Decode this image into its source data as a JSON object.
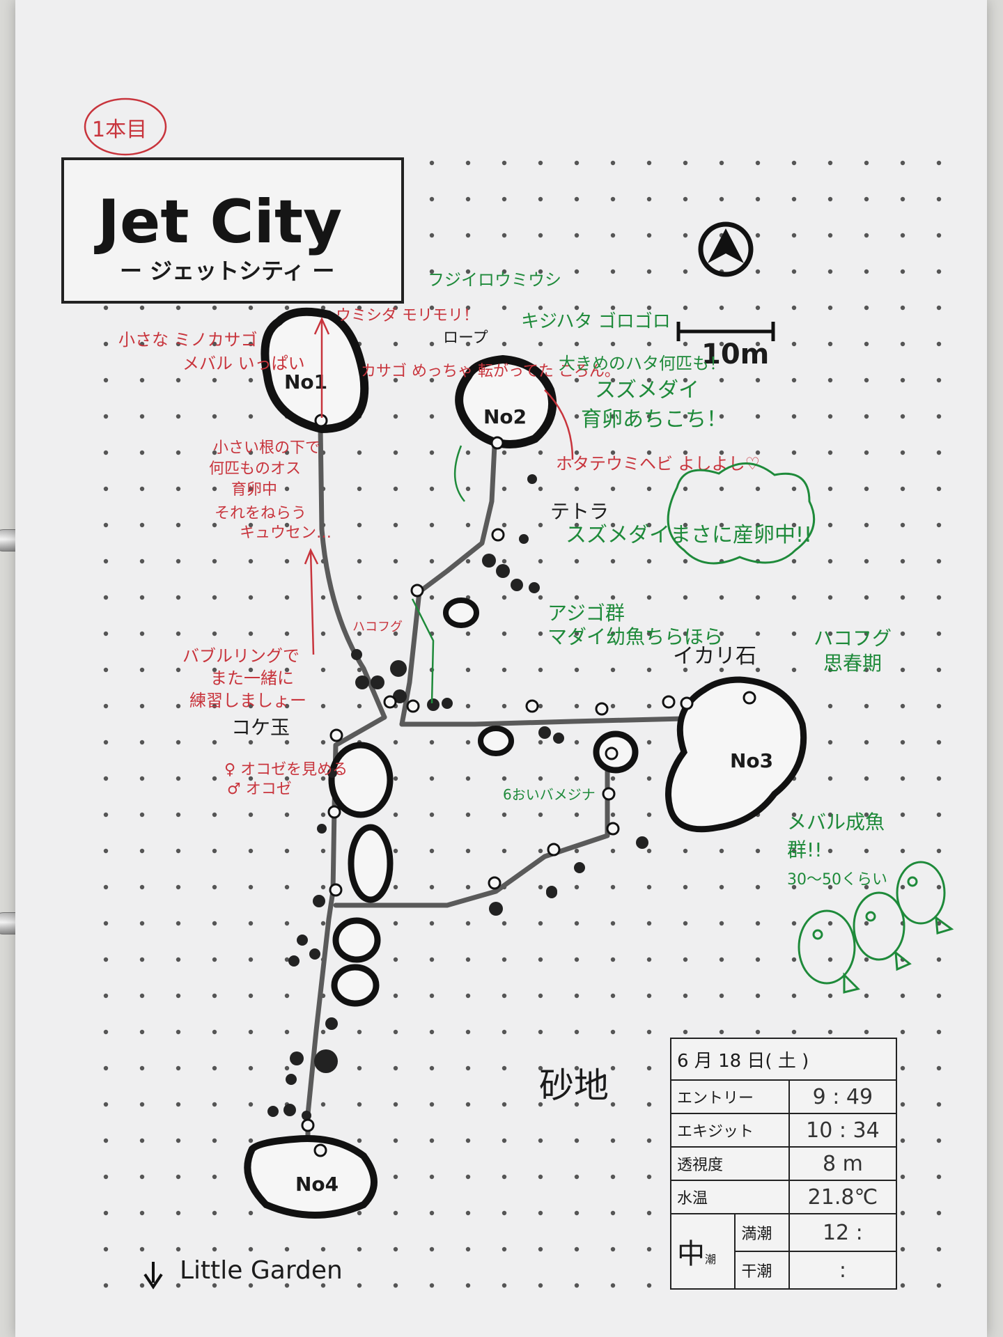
{
  "header": {
    "dive_number": "1本目",
    "title": "Jet City",
    "subtitle": "ー ジェットシティ ー"
  },
  "scale": {
    "label": "10m"
  },
  "compass": {
    "icon": "north-arrow-icon"
  },
  "sites": {
    "no1": "No1",
    "no2": "No2",
    "no3": "No3",
    "no4": "No4"
  },
  "landmarks": {
    "rope": "ロープ",
    "tetra": "テトラ",
    "ikari": "イカリ石",
    "koke": "コケ玉",
    "sand": "砂地",
    "little_garden": "Little Garden"
  },
  "notes_red": {
    "kasago": "小さな ミノカサゴ",
    "mebaru": "メバル いっぱい",
    "umishida": "ウミシダ モリモリ！",
    "kasago_many": "カサゴ めっちゃ 転がってた ころん。",
    "nest1": "小さい根の下で",
    "nest2": "何匹ものオス",
    "nest3": "育卵中",
    "nest4": "それをねらう",
    "nest5": "キュウセン…",
    "bubble1": "バブルリングで",
    "bubble2": "また一緒に",
    "bubble3": "練習しましょー",
    "ocean1": "♀ オコゼを見める",
    "ocean2": "♂ オコゼ",
    "hakofugu": "ハコフグ",
    "hotate": "ホタテウミヘビ よしよし♡"
  },
  "notes_green": {
    "fujiiro": "フジイロウミウシ",
    "kijihata": "キジハタ ゴロゴロ",
    "big_hata": "大きめのハタ何匹も！",
    "suzumedai1": "スズメダイ",
    "suzumedai2": "育卵あちこち！",
    "spawning": "スズメダイまさに産卵中!!",
    "aji": "アジゴ群",
    "madai": "マダイ幼魚ちらほら",
    "hakofugu_green1": "ハコフグ",
    "hakofugu_green2": "思春期",
    "mebaru1": "メバル成魚",
    "mebaru2": "群!!",
    "mebaru3": "30～50くらい",
    "kue": "6おいバメジナ"
  },
  "log": {
    "date": "6 月 18 日( 土 )",
    "entry_label": "エントリー",
    "entry_value": "9 : 49",
    "exit_label": "エキジット",
    "exit_value": "10 : 34",
    "visibility_label": "透視度",
    "visibility_value": "8 m",
    "temp_label": "水温",
    "temp_value": "21.8℃",
    "tide_main": "中",
    "tide_suffix": "潮",
    "high_label": "満潮",
    "high_value": "12 :",
    "low_label": "干潮",
    "low_value": ":"
  },
  "colors": {
    "ink": "#1b1b1b",
    "red_pen": "#c8343c",
    "green_pen": "#1e8a3a",
    "route": "#5a5a5a"
  }
}
